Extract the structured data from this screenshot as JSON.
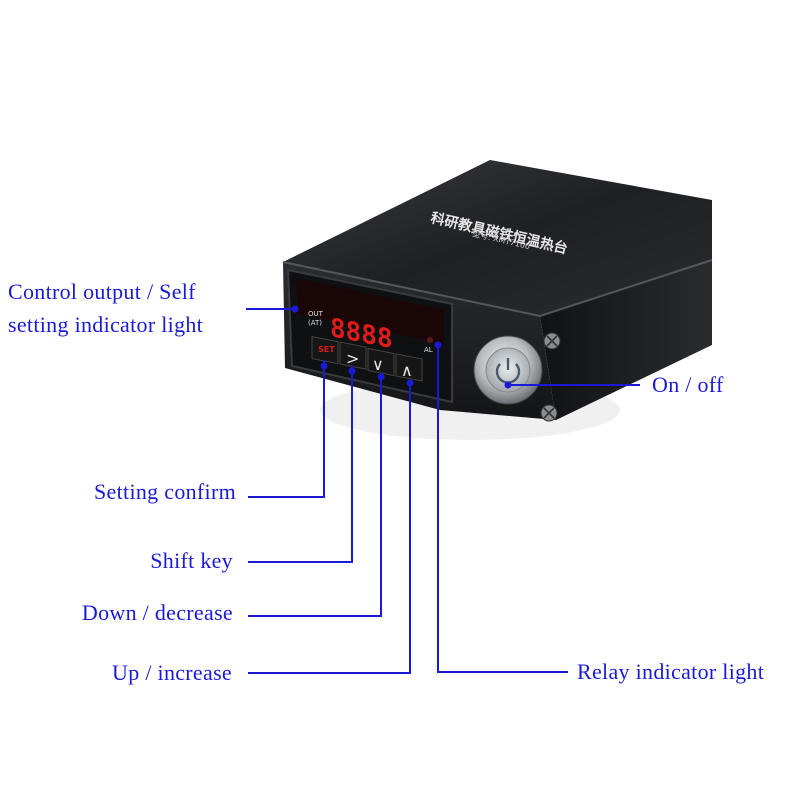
{
  "device": {
    "top_text": "科研教具磁铁恒温热台",
    "model_text": "型号: XMT7100",
    "display_digits": "8888",
    "out_label": "OUT",
    "at_label": "(AT)",
    "al_label": "AL",
    "set_label": "SET",
    "shift_glyph": ">",
    "down_glyph": "∨",
    "up_glyph": "∧"
  },
  "labels": {
    "control_output": "Control output / Self",
    "control_output_2": "setting indicator light",
    "on_off": "On / off",
    "setting_confirm": "Setting confirm",
    "shift_key": "Shift key",
    "down_decrease": "Down / decrease",
    "up_increase": "Up / increase",
    "relay_indicator": "Relay indicator light"
  },
  "colors": {
    "label_text": "#1a1ad6",
    "leader_line": "#1a1ad6",
    "case": "#1c1d20",
    "display_red": "#e01b1b"
  }
}
